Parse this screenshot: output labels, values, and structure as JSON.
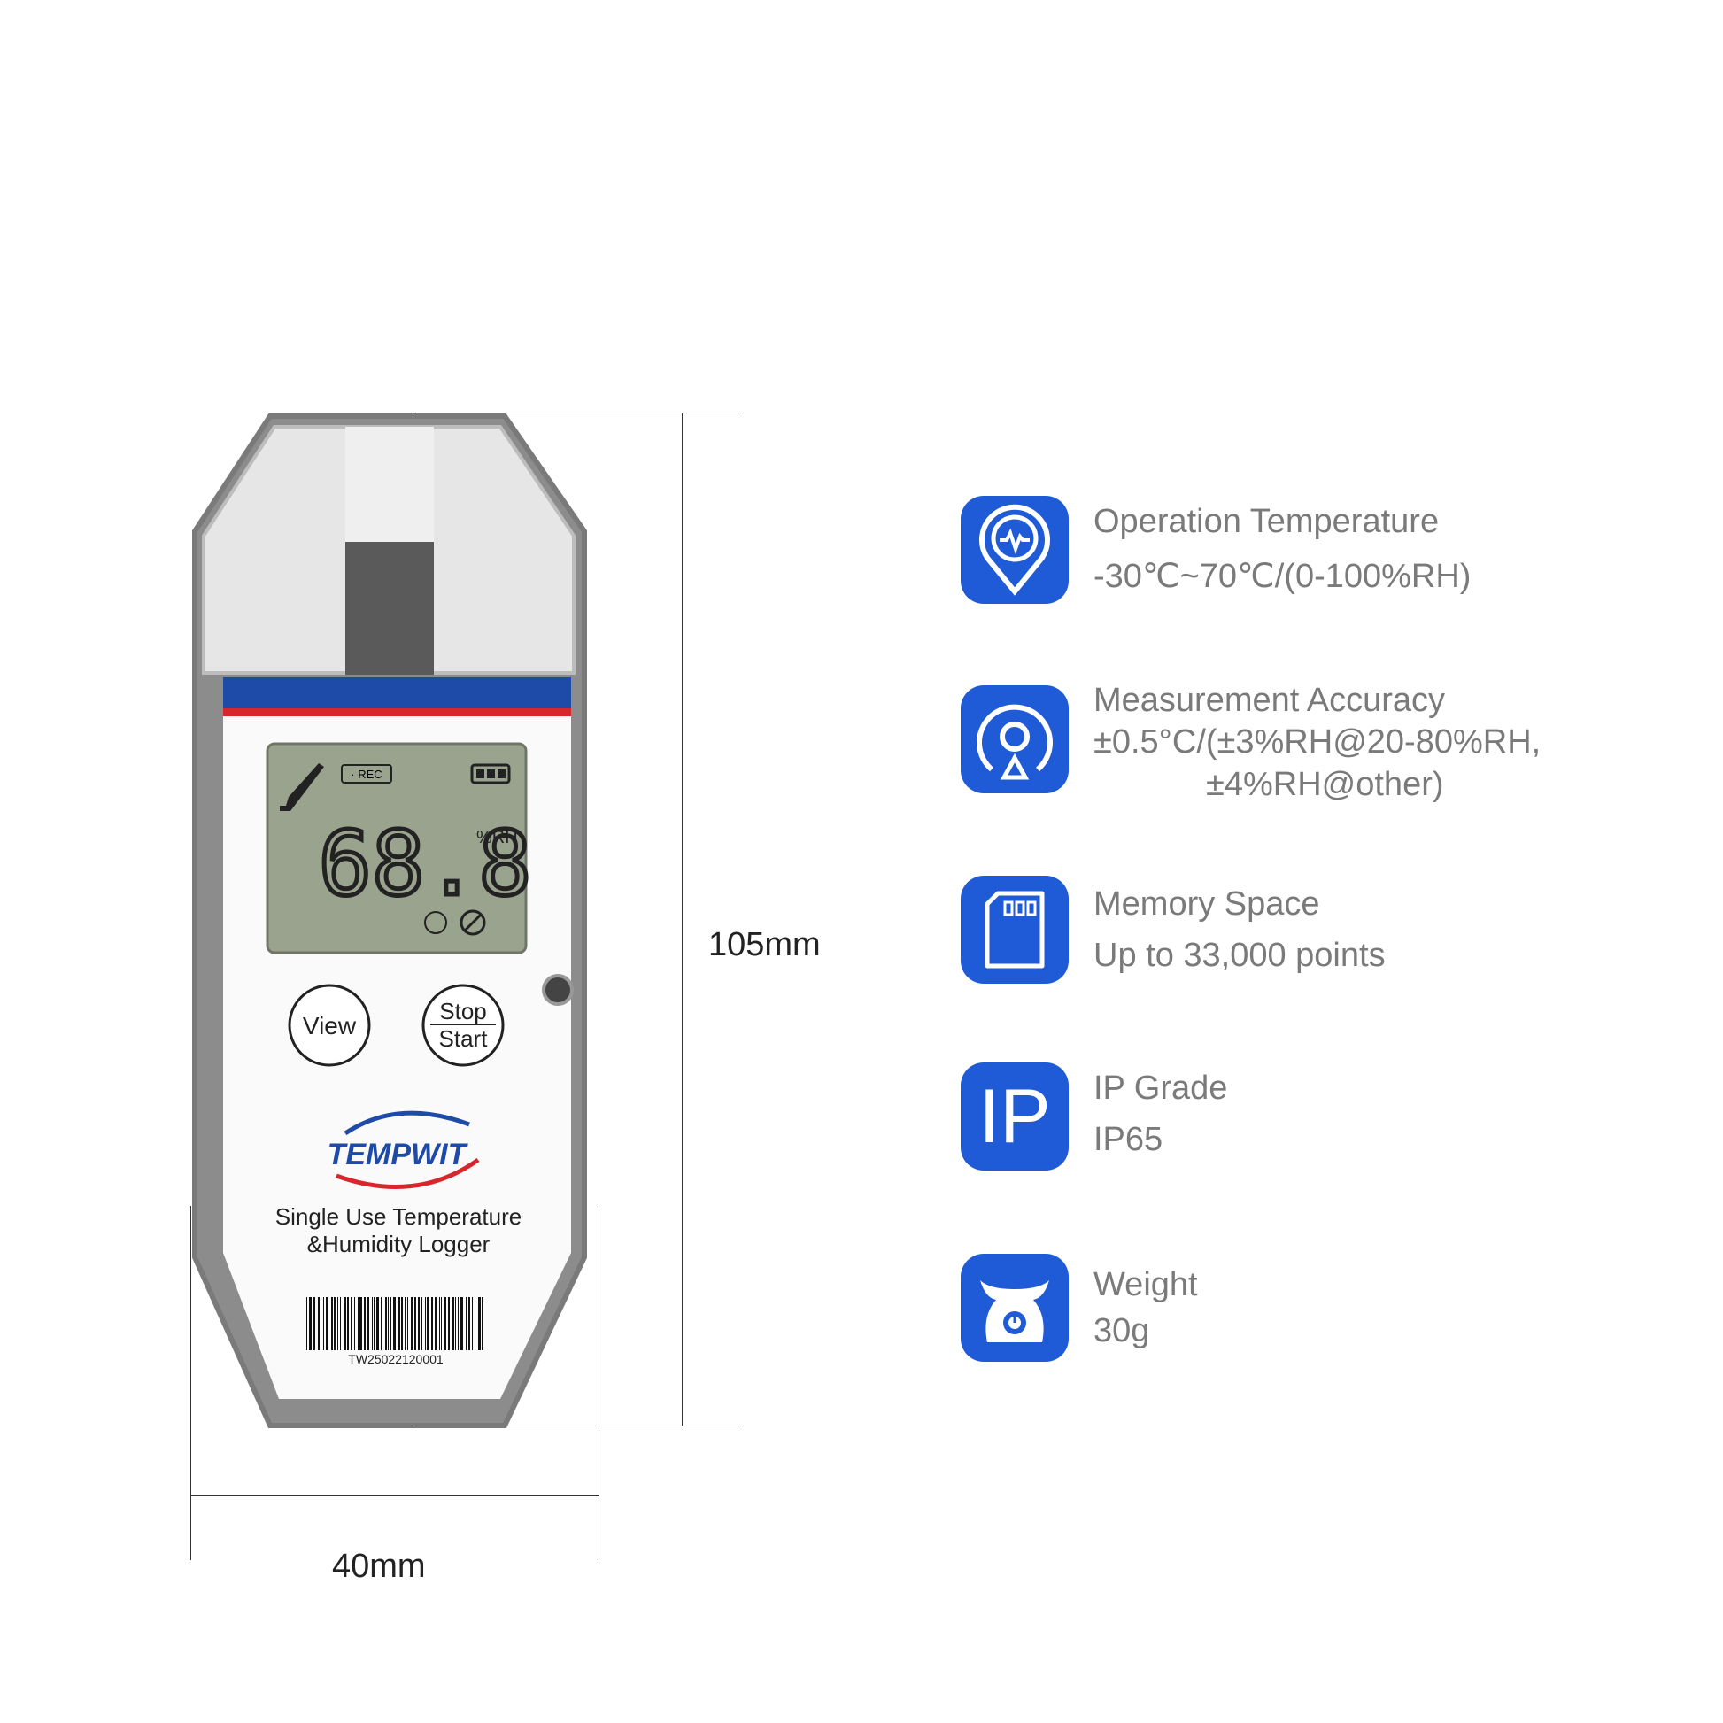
{
  "device": {
    "lcd": {
      "rec": "· REC",
      "reading": "68.8",
      "unit": "%RH"
    },
    "buttons": {
      "view": "View",
      "stop": "Stop",
      "start": "Start"
    },
    "brand": "TEMPWIT",
    "product_line1": "Single Use Temperature",
    "product_line2": "&Humidity Logger",
    "serial": "TW25022120001"
  },
  "dimensions": {
    "height": "105mm",
    "width": "40mm"
  },
  "features": [
    {
      "icon": "location-pulse-icon",
      "title": "Operation Temperature",
      "value": "-30℃~70℃/(0-100%RH)"
    },
    {
      "icon": "target-accuracy-icon",
      "title": "Measurement Accuracy",
      "value": "±0.5°C/(±3%RH@20-80%RH,",
      "value2": "±4%RH@other)"
    },
    {
      "icon": "memory-card-icon",
      "title": "Memory Space",
      "value": "Up to 33,000 points"
    },
    {
      "icon": "ip-icon",
      "title": "IP Grade",
      "value": "IP65",
      "icon_text": "IP"
    },
    {
      "icon": "scale-weight-icon",
      "title": "Weight",
      "value": "30g"
    }
  ],
  "colors": {
    "accent": "#1f5bd6",
    "text": "#7a7a7a",
    "lcd": "#9aa38e"
  }
}
